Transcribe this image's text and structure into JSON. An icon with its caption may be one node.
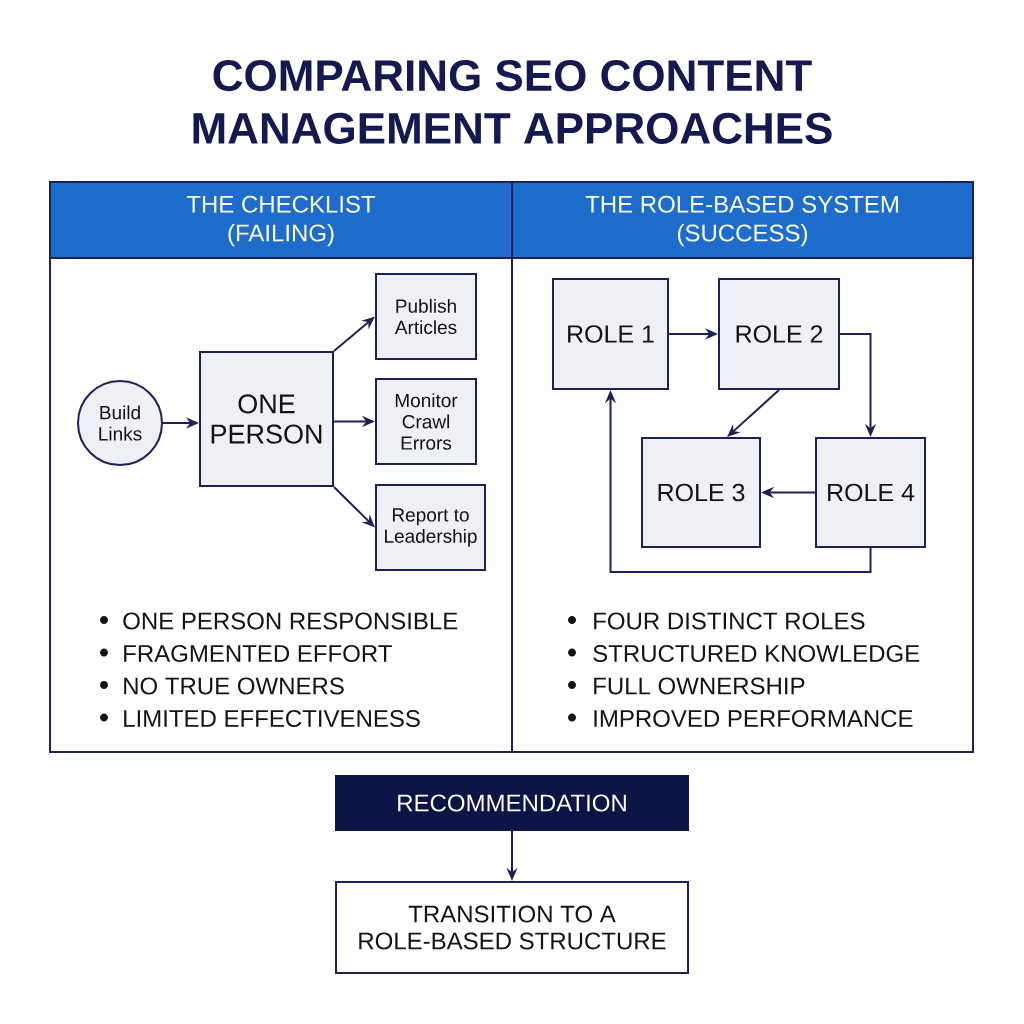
{
  "diagram": {
    "title": "COMPARING SEO CONTENT MANAGEMENT APPROACHES",
    "nodes": [
      {
        "text": [
          "THE CHECKLIST (FAILING)",
          "ONE PERSON RESPONSIBLE",
          "FRAGMENTED EFFORT",
          "NO TRUE OWNERS",
          "LIMITED EFFECTIVENESS"
        ]
      },
      {
        "text": [
          "Build Links"
        ],
        "in": 0
      },
      {
        "text": [
          "ONE PERSON"
        ],
        "in": 0
      },
      {
        "text": [
          "Publish Articles"
        ],
        "in": 0
      },
      {
        "text": [
          "Monitor Crawl Errors"
        ],
        "in": 0
      },
      {
        "text": [
          "Report to Leadership"
        ],
        "in": 0
      },
      {
        "text": [
          "THE ROLE-BASED SYSTEM (SUCCESS)",
          "FOUR DISTINCT ROLES",
          "STRUCTURED KNOWLEDGE",
          "FULL OWNERSHIP",
          "IMPROVED PERFORMANCE"
        ]
      },
      {
        "text": [
          "ROLE 1"
        ],
        "in": 6
      },
      {
        "text": [
          "ROLE 2"
        ],
        "in": 6
      },
      {
        "text": [
          "ROLE 3"
        ],
        "in": 6
      },
      {
        "text": [
          "ROLE 4"
        ],
        "in": 6
      },
      {
        "text": [
          "RECOMMENDATION"
        ]
      },
      {
        "text": [
          "TRANSITION TO A ROLE-BASED STRUCTURE"
        ]
      }
    ],
    "edges": [
      {
        "from": 1,
        "to": 2,
        "arrow": "to"
      },
      {
        "from": 2,
        "to": 3,
        "arrow": "to"
      },
      {
        "from": 2,
        "to": 4,
        "arrow": "to"
      },
      {
        "from": 2,
        "to": 5,
        "arrow": "to"
      },
      {
        "from": 7,
        "to": 8,
        "arrow": "to"
      },
      {
        "from": 8,
        "to": 10,
        "arrow": "to"
      },
      {
        "from": 8,
        "to": 9,
        "arrow": "to"
      },
      {
        "from": 10,
        "to": 9,
        "arrow": "to"
      },
      {
        "from": 10,
        "to": 7,
        "arrow": "to"
      },
      {
        "from": 11,
        "to": 12,
        "arrow": "to"
      }
    ]
  }
}
